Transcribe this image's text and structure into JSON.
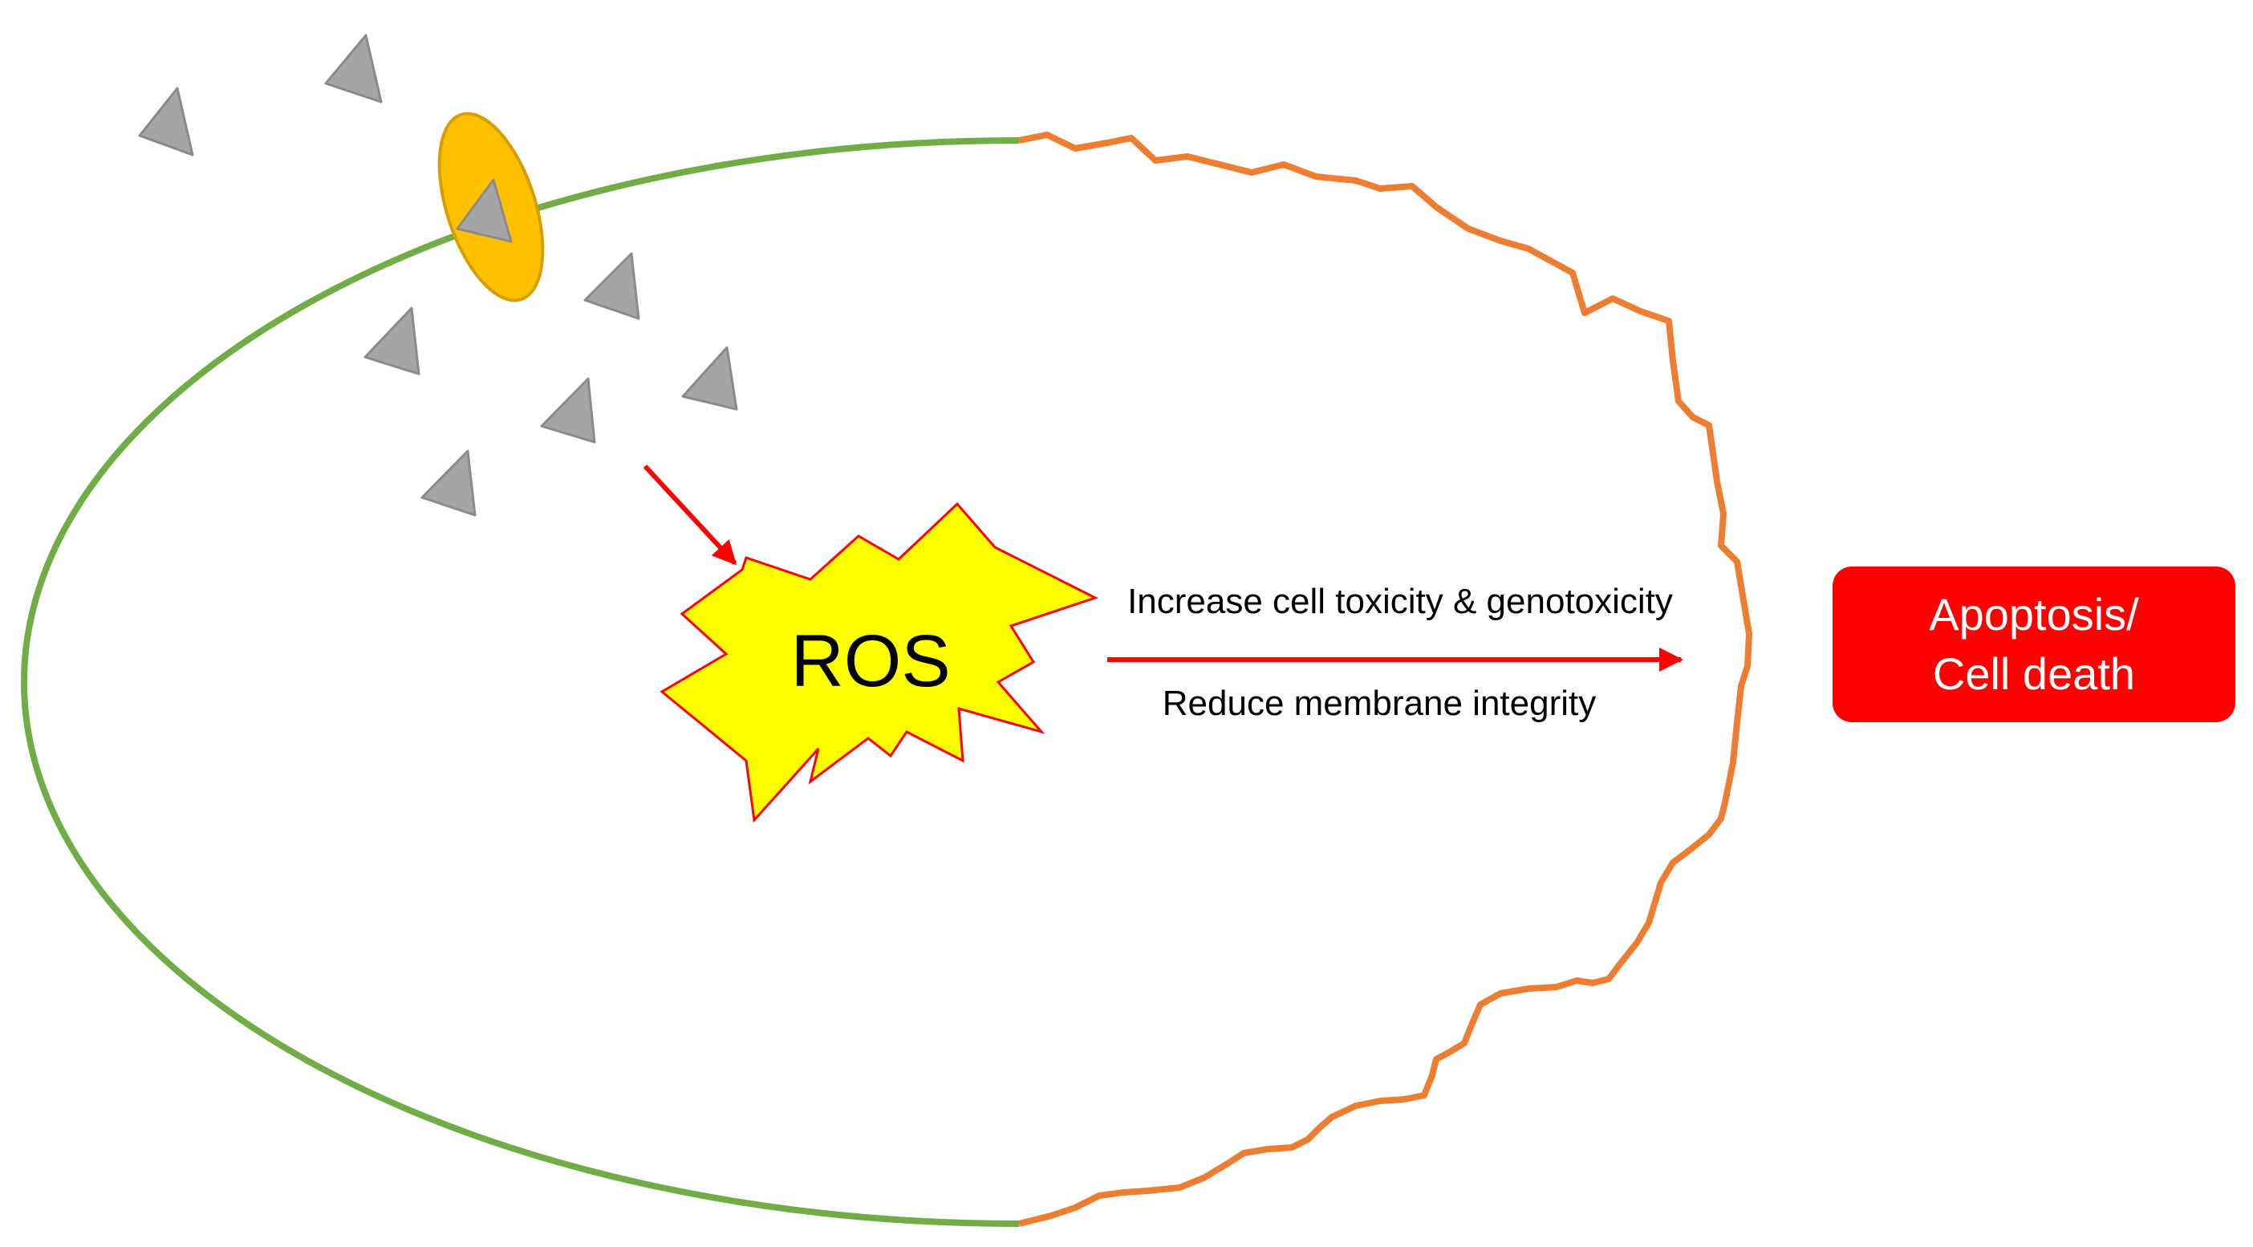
{
  "colors": {
    "intact_membrane": "#70ad47",
    "damaged_membrane": "#ed7d31",
    "receptor_fill": "#ffc000",
    "receptor_stroke": "#d89d00",
    "particle": "#a5a5a5",
    "particle_stroke": "#8a8a8a",
    "arrow": "#ff0000",
    "ros_burst_fill": "#ffff00",
    "ros_burst_stroke": "#ff0000",
    "outcome_box": "#ff0000",
    "outcome_text": "#ffffff"
  },
  "ros": {
    "label": "ROS"
  },
  "effects": {
    "top": "Increase cell toxicity & genotoxicity",
    "bottom": "Reduce membrane integrity"
  },
  "outcome": {
    "line1": "Apoptosis/",
    "line2": "Cell death"
  }
}
